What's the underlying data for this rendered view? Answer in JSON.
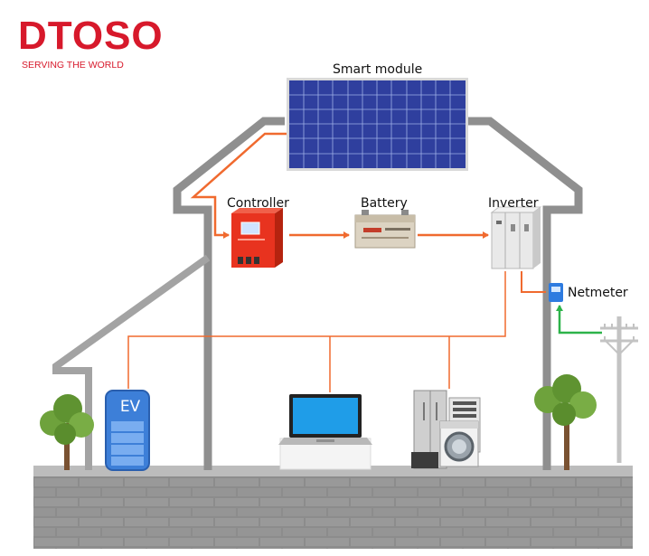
{
  "brand": {
    "name": "DTOSO",
    "tagline": "SERVING THE WORLD",
    "color": "#d7192b"
  },
  "labels": {
    "smart_module": "Smart module",
    "controller": "Controller",
    "battery": "Battery",
    "inverter": "Inverter",
    "netmeter": "Netmeter",
    "ev": "EV"
  },
  "colors": {
    "house_outline": "#8f8f8f",
    "wire": "#f06a2f",
    "grid_wire": "#2db34a",
    "wall": "#8e8e8e",
    "panel": "#2f3f9e",
    "ev_battery": "#3d7fd8"
  },
  "icons": {
    "solar_panel": "solar-panel-icon",
    "controller": "charge-controller-icon",
    "battery": "battery-icon",
    "inverter": "inverter-icon",
    "netmeter": "netmeter-icon",
    "utility_pole": "utility-pole-icon",
    "ev": "ev-charger-icon",
    "laptop": "laptop-icon",
    "appliances": "home-appliances-icon",
    "tree": "tree-icon"
  }
}
